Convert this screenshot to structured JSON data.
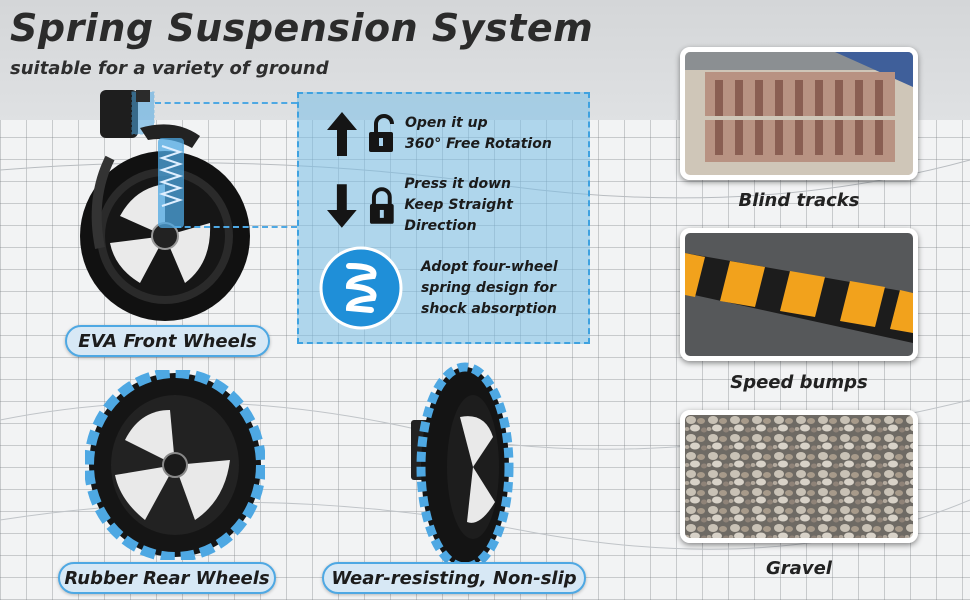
{
  "title": "Spring Suspension System",
  "subtitle": "suitable for a variety of ground",
  "features": [
    {
      "line1": "Open it up",
      "line2": "360° Free Rotation",
      "icon": "arrow-up-unlock-icon"
    },
    {
      "line1": "Press it down",
      "line2": "Keep Straight Direction",
      "icon": "arrow-down-lock-icon"
    },
    {
      "line1": "Adopt four-wheel",
      "line2": "spring design for",
      "line3": "shock absorption",
      "icon": "spring-icon"
    }
  ],
  "labels": {
    "front_wheels": "EVA Front Wheels",
    "rear_wheels": "Rubber Rear Wheels",
    "wear": "Wear-resisting, Non-slip"
  },
  "terrains": [
    {
      "caption": "Blind tracks",
      "image": "blind-tracks-photo"
    },
    {
      "caption": "Speed bumps",
      "image": "speed-bumps-photo"
    },
    {
      "caption": "Gravel",
      "image": "gravel-photo"
    }
  ],
  "colors": {
    "accent": "#4ea8e3",
    "panel": "#a8d3ee",
    "bump_yellow": "#f2a21c",
    "text": "#2b2b2b"
  }
}
